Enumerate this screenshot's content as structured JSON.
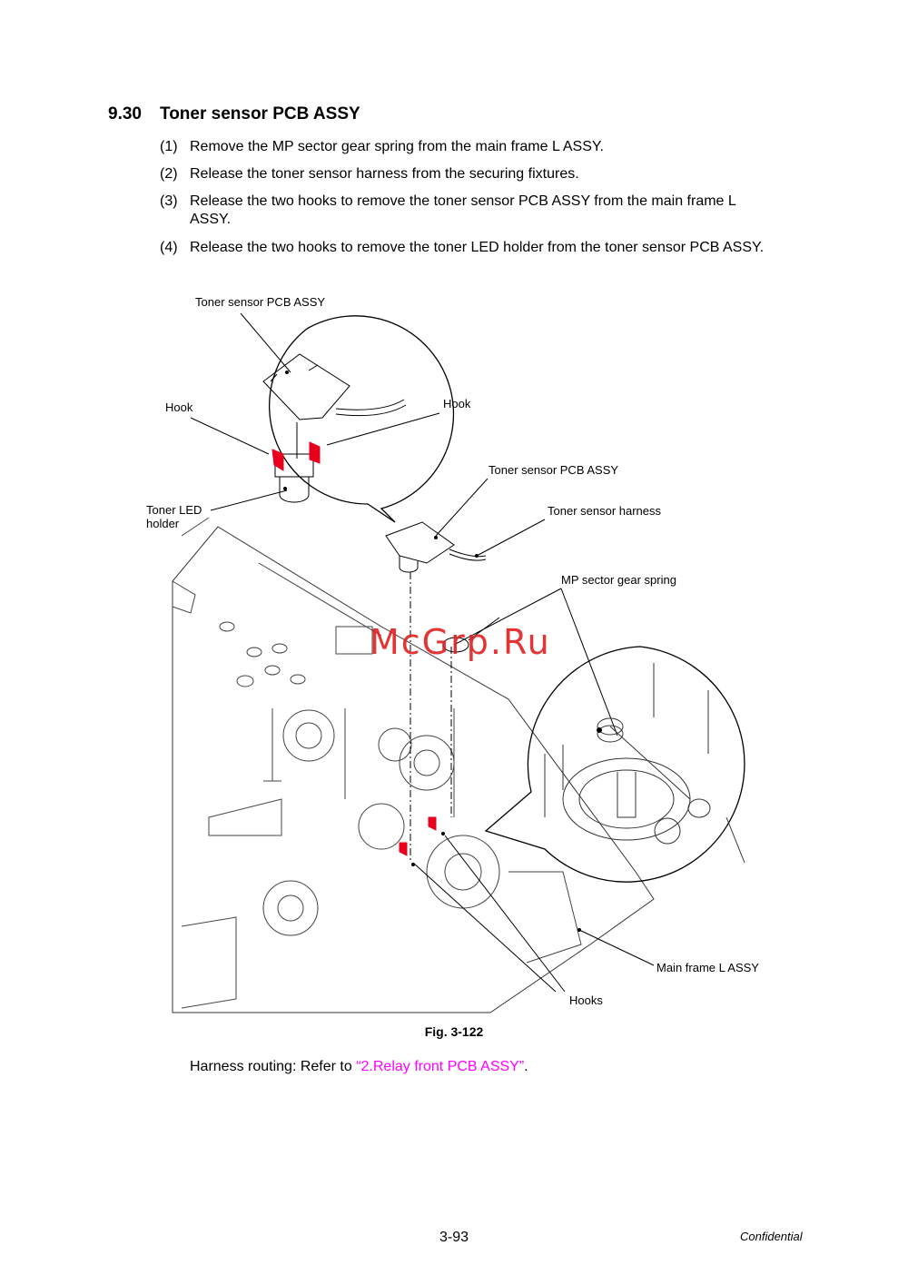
{
  "section": {
    "number": "9.30",
    "title": "Toner sensor PCB ASSY"
  },
  "steps": [
    {
      "num": "(1)",
      "text": "Remove the MP sector gear spring from the main frame L ASSY."
    },
    {
      "num": "(2)",
      "text": "Release the toner sensor harness from the securing fixtures."
    },
    {
      "num": "(3)",
      "text": "Release the two hooks to remove the toner sensor PCB ASSY from the main frame L ASSY."
    },
    {
      "num": "(4)",
      "text": "Release the two hooks to remove the toner LED holder from the toner sensor PCB ASSY."
    }
  ],
  "figure": {
    "labels": {
      "pcb_top": "Toner sensor PCB ASSY",
      "hook_left": "Hook",
      "hook_right": "Hook",
      "led_holder": "Toner LED holder",
      "pcb_mid": "Toner sensor PCB ASSY",
      "harness": "Toner sensor harness",
      "spring": "MP sector gear spring",
      "main_frame": "Main frame L ASSY",
      "hooks": "Hooks"
    },
    "caption": "Fig. 3-122",
    "highlight_color": "#e8001c"
  },
  "note": {
    "prefix": "Harness routing: Refer to ",
    "link": "“2.Relay front PCB ASSY”",
    "suffix": "."
  },
  "footer": {
    "page": "3-93",
    "confidential": "Confidential"
  },
  "watermark": "McGrp.Ru"
}
